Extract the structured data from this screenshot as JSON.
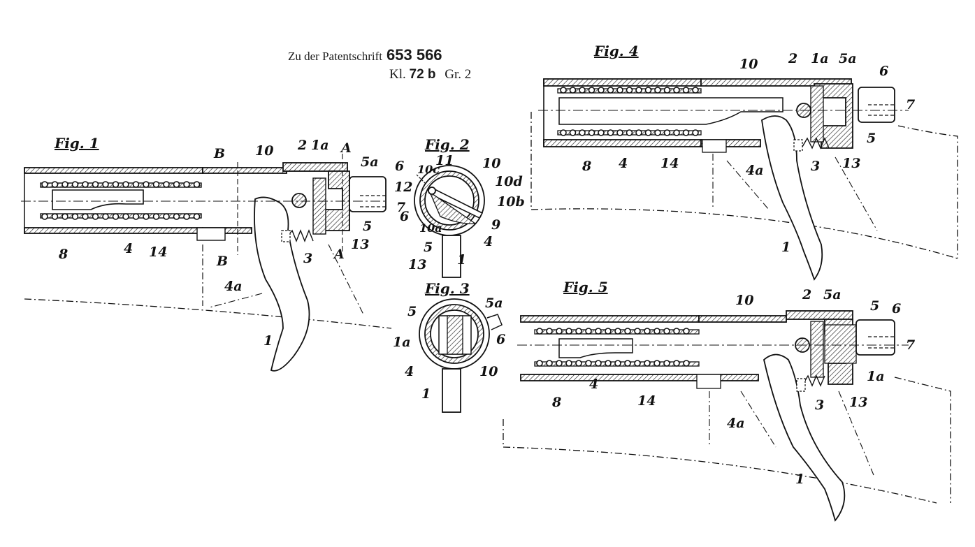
{
  "header": {
    "patent_prefix": "Zu der Patentschrift",
    "patent_number": "653 566",
    "kl_prefix": "Kl.",
    "kl_value": "72 b",
    "gr": "Gr. 2"
  },
  "figures": {
    "fig1": {
      "title": "Fig. 1",
      "labels": {
        "l10": "10",
        "lB_top": "B",
        "l2": "2",
        "l1a": "1a",
        "lA_top": "A",
        "l5a": "5a",
        "l6": "6",
        "l7": "7",
        "l5": "5",
        "l13": "13",
        "lA_bot": "A",
        "l3": "3",
        "lB_bot": "B",
        "l4a": "4a",
        "l8": "8",
        "l4": "4",
        "l14": "14",
        "l1": "1"
      }
    },
    "fig2": {
      "title": "Fig. 2",
      "labels": {
        "l10c": "10c",
        "l11": "11",
        "l10": "10",
        "l10d": "10d",
        "l12": "12",
        "l10b": "10b",
        "l6": "6",
        "l9": "9",
        "l10a": "10a",
        "l4": "4",
        "l5": "5",
        "l13": "13",
        "l1": "1"
      }
    },
    "fig3": {
      "title": "Fig. 3",
      "labels": {
        "l5": "5",
        "l5a": "5a",
        "l1a": "1a",
        "l6": "6",
        "l4": "4",
        "l10": "10",
        "l1": "1"
      }
    },
    "fig4": {
      "title": "Fig. 4",
      "labels": {
        "l10": "10",
        "l2": "2",
        "l1a": "1a",
        "l5a": "5a",
        "l6": "6",
        "l7": "7",
        "l5": "5",
        "l8": "8",
        "l4": "4",
        "l14": "14",
        "l4a": "4a",
        "l3": "3",
        "l13": "13",
        "l1": "1"
      }
    },
    "fig5": {
      "title": "Fig. 5",
      "labels": {
        "l10": "10",
        "l2": "2",
        "l5a": "5a",
        "l5": "5",
        "l6": "6",
        "l7": "7",
        "l1a": "1a",
        "l8": "8",
        "l4": "4",
        "l14": "14",
        "l4a": "4a",
        "l3": "3",
        "l13": "13",
        "l1": "1"
      }
    }
  }
}
